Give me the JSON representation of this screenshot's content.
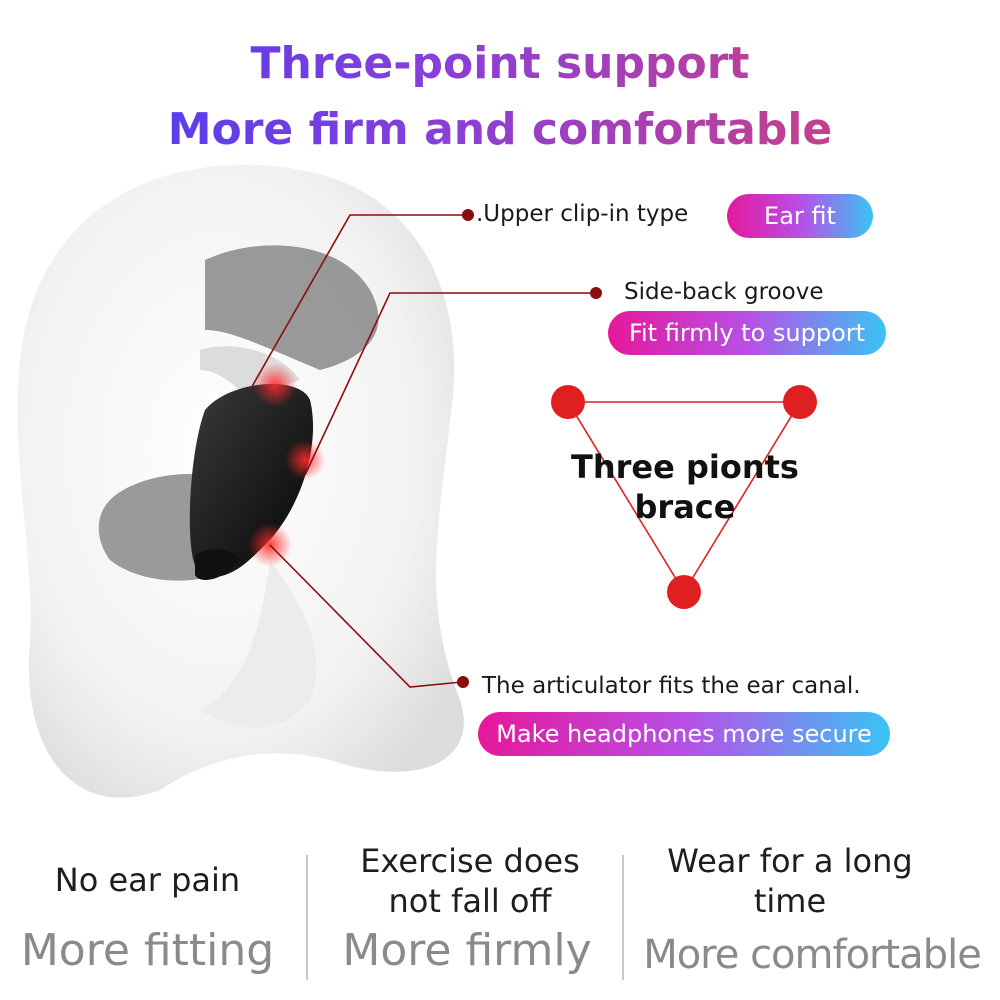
{
  "header": {
    "line1": "Three-point support",
    "line2": "More firm and comfortable"
  },
  "callouts": [
    {
      "label": ".Upper clip-in type",
      "pill": "Ear fit"
    },
    {
      "label": "Side-back groove",
      "pill": "Fit firmly to support"
    },
    {
      "label": "The articulator fits the ear canal.",
      "pill": "Make headphones more secure"
    }
  ],
  "triangle": {
    "line1": "Three pionts",
    "line2": "brace",
    "color": "#e02020"
  },
  "features": [
    {
      "caption": "No ear pain",
      "headline": "More fitting"
    },
    {
      "caption": "Exercise does not fall off",
      "headline": "More firmly"
    },
    {
      "caption": "Wear for a long time",
      "headline": "More comfortable"
    }
  ],
  "colors": {
    "accent_line": "#8b0d0d",
    "pill_gradient": [
      "#e6189a",
      "#b84fe6",
      "#39c4f5"
    ]
  }
}
